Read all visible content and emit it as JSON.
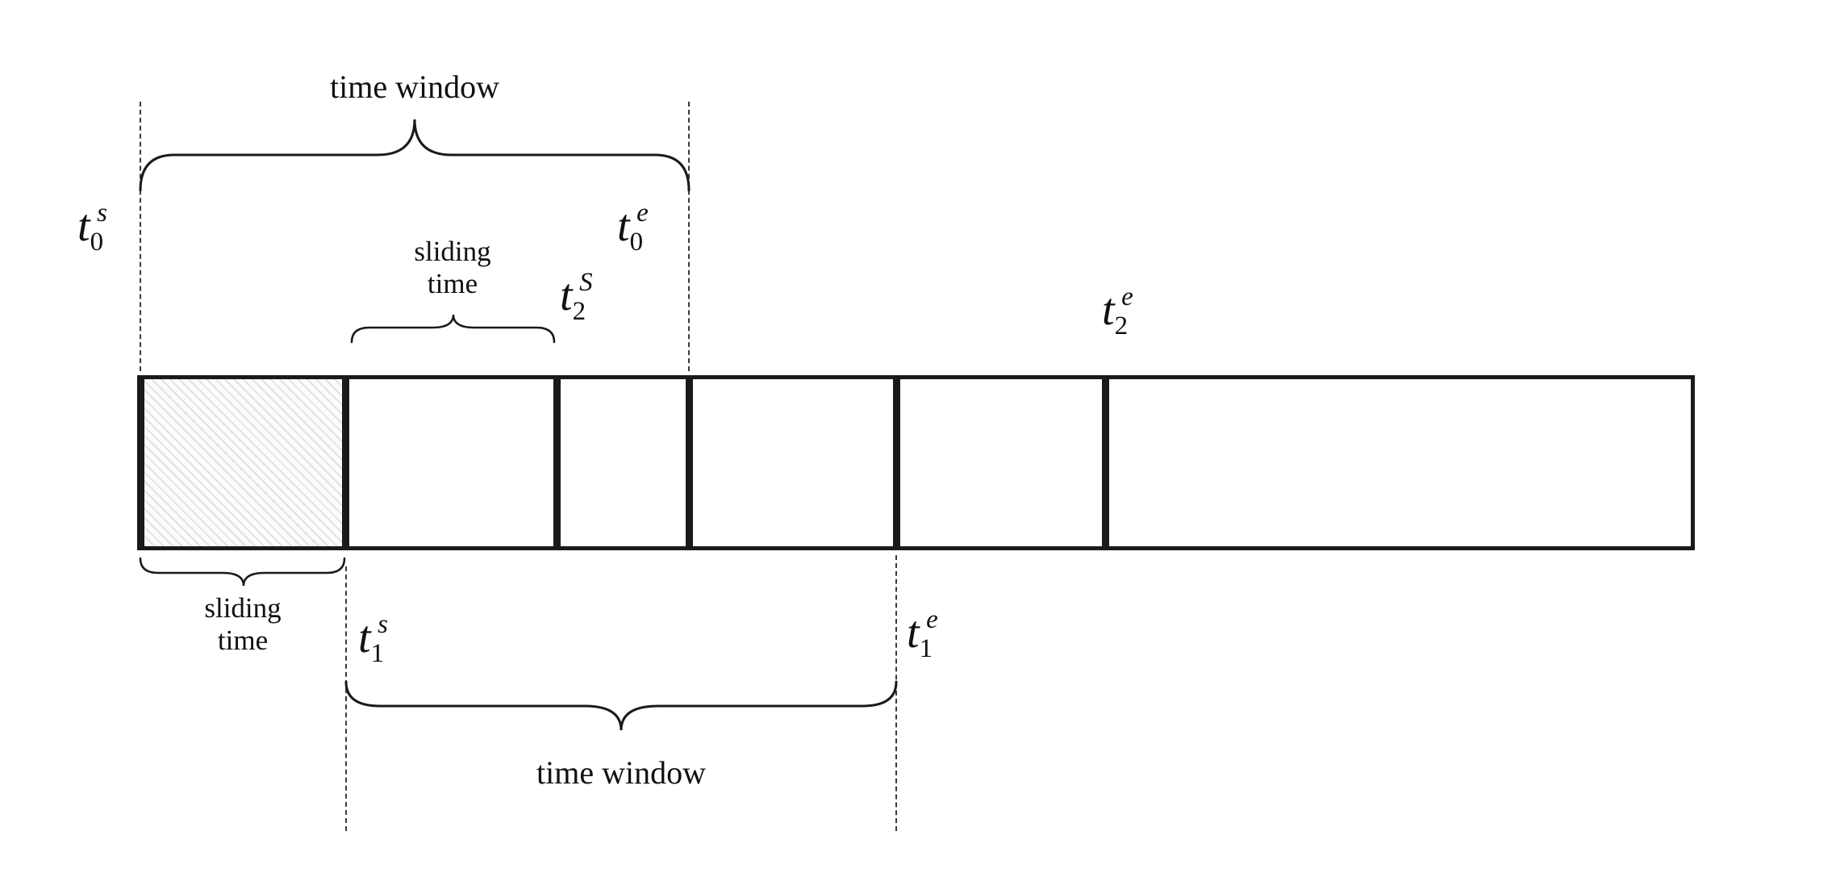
{
  "colors": {
    "stroke": "#1a1a1a",
    "background": "#ffffff",
    "hatch_fill": "#fcfcfc"
  },
  "labels": {
    "time_window_top": "time window",
    "time_window_bottom": "time window",
    "sliding_time_top": [
      "sliding",
      "time"
    ],
    "sliding_time_bottom": [
      "sliding",
      "time"
    ],
    "markers": {
      "t0s": {
        "base": "t",
        "sub": "0",
        "sup": "s"
      },
      "t0e": {
        "base": "t",
        "sub": "0",
        "sup": "e"
      },
      "t1s": {
        "base": "t",
        "sub": "1",
        "sup": "s"
      },
      "t1e": {
        "base": "t",
        "sub": "1",
        "sup": "e"
      },
      "t2s": {
        "base": "t",
        "sub": "2",
        "sup": "S"
      },
      "t2e": {
        "base": "t",
        "sub": "2",
        "sup": "e"
      }
    }
  }
}
